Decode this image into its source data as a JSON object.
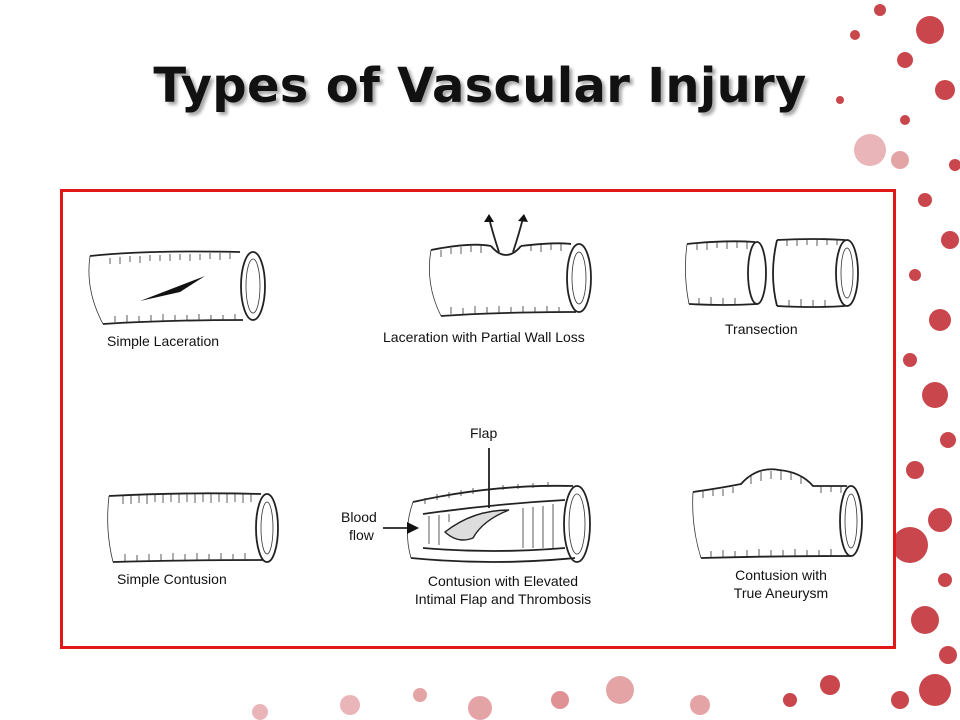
{
  "slide": {
    "title": "Types of Vascular Injury",
    "accent_color": "#e01818",
    "splatter_color": "#c0262c"
  },
  "panels": [
    {
      "id": "simple-laceration",
      "caption": "Simple Laceration"
    },
    {
      "id": "laceration-partial-wall-loss",
      "caption": "Laceration with Partial Wall Loss"
    },
    {
      "id": "transection",
      "caption": "Transection"
    },
    {
      "id": "simple-contusion",
      "caption": "Simple Contusion"
    },
    {
      "id": "contusion-intimal-flap",
      "caption_line1": "Contusion with Elevated",
      "caption_line2": "Intimal Flap and Thrombosis",
      "flap_label": "Flap",
      "flow_label_line1": "Blood",
      "flow_label_line2": "flow"
    },
    {
      "id": "contusion-aneurysm",
      "caption_line1": "Contusion with",
      "caption_line2": "True Aneurysm"
    }
  ]
}
